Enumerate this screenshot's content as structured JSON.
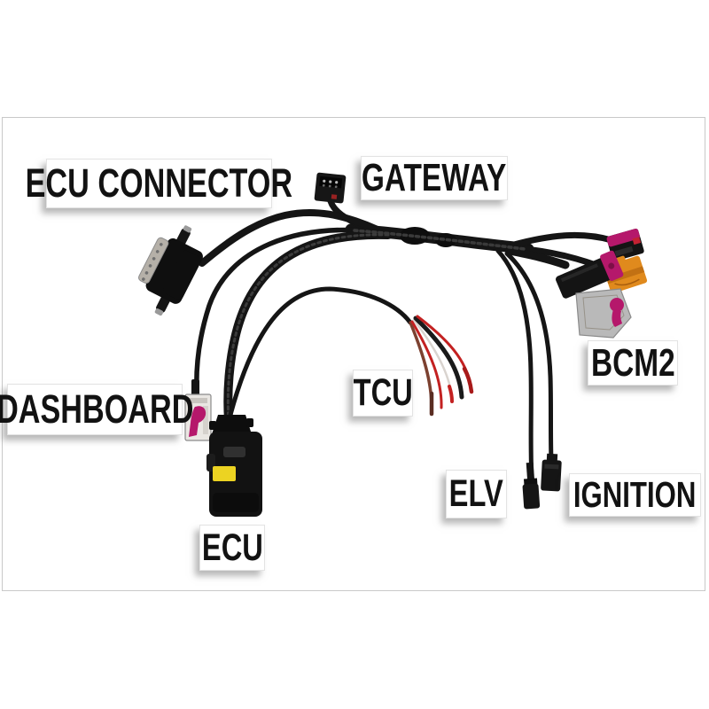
{
  "photo": {
    "description": "Test platform wiring harness photo on white background inside a thin gray frame",
    "background": "#ffffff",
    "frame_border": "#c9c9c9"
  },
  "labels": {
    "ecu_connector": "ECU CONNECTOR",
    "gateway": "GATEWAY",
    "bcm2": "BCM2",
    "dashboard": "DASHBOARD",
    "tcu": "TCU",
    "elv": "ELV",
    "ignition": "IGNITION",
    "ecu": "ECU"
  },
  "colors": {
    "cable_black": "#151515",
    "connector_black": "#121212",
    "connector_magenta": "#b5186b",
    "connector_orange": "#e08a1d",
    "orange_shade": "#c27113",
    "ecu_sticker_yellow": "#ecd322",
    "wire_red": "#c32121",
    "wire_brown": "#7c4130",
    "wire_white": "#d9d4cf",
    "wire_black": "#1a1a1a",
    "metal_silver": "#b5b0a8",
    "dsub_pin_gray": "#6f6f6f",
    "dashboard_body": "#eae7e3",
    "label_text": "#121212"
  }
}
